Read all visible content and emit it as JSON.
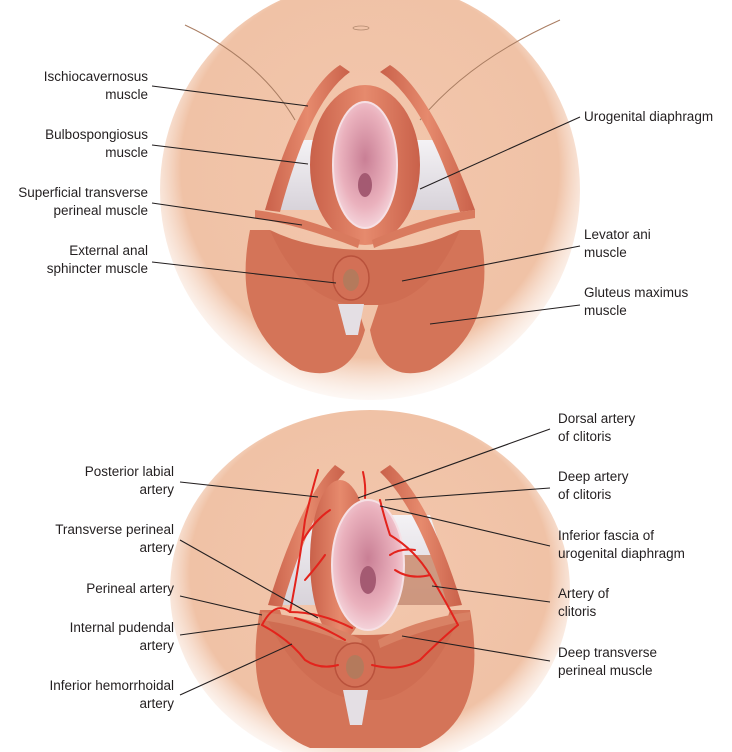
{
  "figure": {
    "top_panel": {
      "title": "Perineal muscles",
      "labels_left": [
        {
          "id": "ischiocavernosus",
          "text": "Ischiocavernosus\nmuscle"
        },
        {
          "id": "bulbospongiosus",
          "text": "Bulbospongiosus\nmuscle"
        },
        {
          "id": "superficial-transverse-perineal",
          "text": "Superficial transverse\nperineal muscle"
        },
        {
          "id": "external-anal-sphincter",
          "text": "External anal\nsphincter muscle"
        }
      ],
      "labels_right": [
        {
          "id": "urogenital-diaphragm",
          "text": "Urogenital diaphragm"
        },
        {
          "id": "levator-ani",
          "text": "Levator ani\nmuscle"
        },
        {
          "id": "gluteus-maximus",
          "text": "Gluteus maximus\nmuscle"
        }
      ]
    },
    "bottom_panel": {
      "title": "Perineal arteries",
      "labels_left": [
        {
          "id": "posterior-labial-artery",
          "text": "Posterior labial\nartery"
        },
        {
          "id": "transverse-perineal-artery",
          "text": "Transverse perineal\nartery"
        },
        {
          "id": "perineal-artery",
          "text": "Perineal artery"
        },
        {
          "id": "internal-pudendal-artery",
          "text": "Internal pudendal\nartery"
        },
        {
          "id": "inferior-hemorrhoidal-artery",
          "text": "Inferior hemorrhoidal\nartery"
        }
      ],
      "labels_right": [
        {
          "id": "dorsal-artery-of-clitoris",
          "text": "Dorsal artery\nof clitoris"
        },
        {
          "id": "deep-artery-of-clitoris",
          "text": "Deep artery\nof clitoris"
        },
        {
          "id": "inferior-fascia-urogenital-diaphragm",
          "text": "Inferior fascia of\nurogenital diaphragm"
        },
        {
          "id": "artery-of-clitoris",
          "text": "Artery of\nclitoris"
        },
        {
          "id": "deep-transverse-perineal",
          "text": "Deep transverse\nperineal muscle"
        }
      ]
    },
    "colors": {
      "skin": "#f2c4aa",
      "muscle": "#d9765a",
      "muscle_dark": "#b9523c",
      "fascia": "#e9e6ea",
      "mucosa": "#e7a8b4",
      "artery": "#e3231c",
      "leader": "#231f20"
    }
  }
}
